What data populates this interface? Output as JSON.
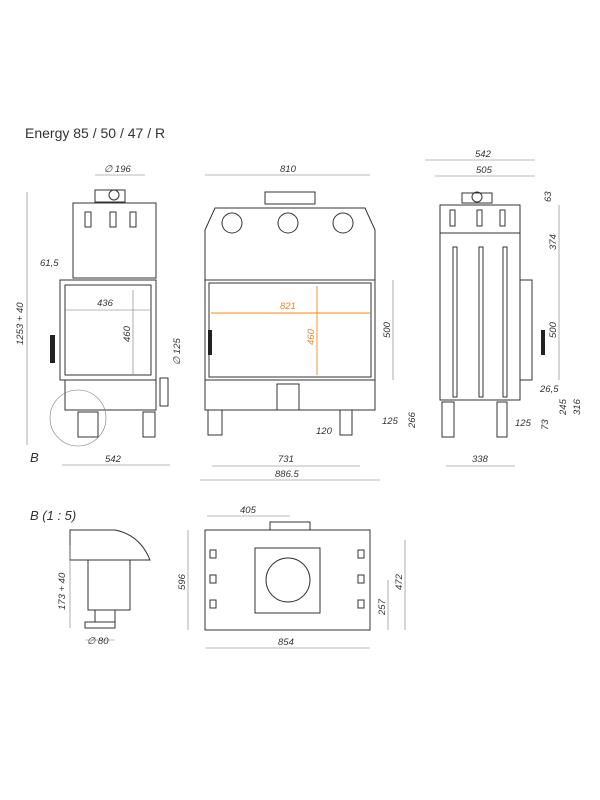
{
  "title": "Energy 85 / 50 / 47 / R",
  "detail_title": "B (1 : 5)",
  "detail_marker": "B",
  "accent_color": "#e8892b",
  "side_view_left": {
    "flue": "∅ 196",
    "height": "1253 + 40",
    "offset": "61,5",
    "glass_width": "436",
    "glass_height": "460",
    "air_inlet": "∅ 125",
    "depth": "542"
  },
  "front_view": {
    "width": "810",
    "opening_width": "821",
    "opening_height": "460",
    "door_height": "500",
    "foot_offset": "120",
    "foot_depth": "125",
    "base_height": "266",
    "feet_span": "731",
    "total_width": "886.5"
  },
  "side_view_right": {
    "depth": "542",
    "body_depth": "505",
    "top": "63",
    "upper": "374",
    "door": "500",
    "gap": "26,5",
    "h245": "245",
    "h316": "316",
    "foot": "125",
    "h73": "73",
    "feet_span": "338"
  },
  "detail_view": {
    "leg_height": "173 + 40",
    "foot_dia": "∅ 80"
  },
  "top_view": {
    "flue_offset": "405",
    "depth": "596",
    "mid": "257",
    "inner": "472",
    "width": "854"
  }
}
